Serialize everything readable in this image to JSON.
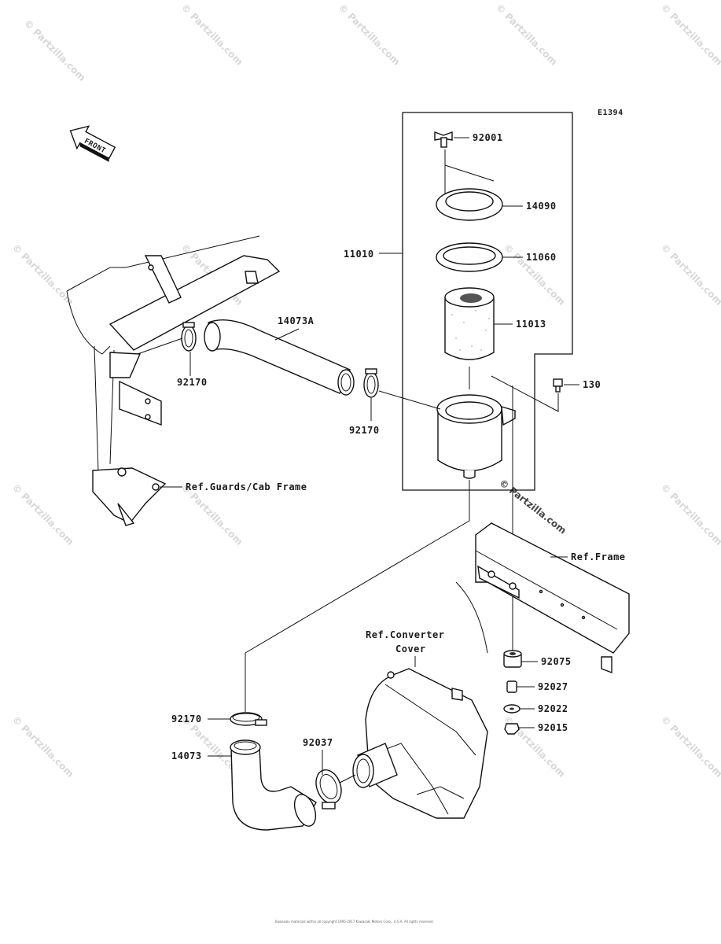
{
  "diagram": {
    "code": "E1394",
    "front_label": "FRONT",
    "footer": "Kawasaki materials within all copyright 1995-2017 Kawasaki Motors Corp., U.S.A. All rights reserved.",
    "watermark_text": "© Partzilla.com",
    "parts": [
      {
        "id": "92001",
        "label": "92001"
      },
      {
        "id": "14090",
        "label": "14090"
      },
      {
        "id": "11010",
        "label": "11010"
      },
      {
        "id": "11060",
        "label": "11060"
      },
      {
        "id": "11013",
        "label": "11013"
      },
      {
        "id": "14073A",
        "label": "14073A"
      },
      {
        "id": "92170a",
        "label": "92170"
      },
      {
        "id": "92170b",
        "label": "92170"
      },
      {
        "id": "130",
        "label": "130"
      },
      {
        "id": "92075",
        "label": "92075"
      },
      {
        "id": "92027",
        "label": "92027"
      },
      {
        "id": "92022",
        "label": "92022"
      },
      {
        "id": "92015",
        "label": "92015"
      },
      {
        "id": "92170c",
        "label": "92170"
      },
      {
        "id": "14073",
        "label": "14073"
      },
      {
        "id": "92037",
        "label": "92037"
      }
    ],
    "references": {
      "guards": "Ref.Guards/Cab Frame",
      "frame": "Ref.Frame",
      "converter_line1": "Ref.Converter",
      "converter_line2": "Cover"
    }
  }
}
